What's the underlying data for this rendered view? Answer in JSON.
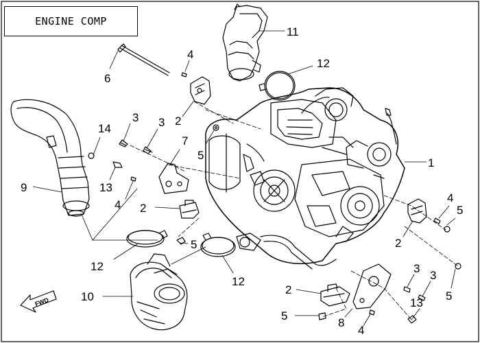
{
  "title": "ENGINE COMP",
  "fwd_arrow_label": "FWD",
  "callouts": {
    "c1": "1",
    "c2a": "2",
    "c2b": "2",
    "c2c": "2",
    "c2d": "2",
    "c3a": "3",
    "c3b": "3",
    "c3c": "3",
    "c3d": "3",
    "c4a": "4",
    "c4b": "4",
    "c4c": "4",
    "c4d": "4",
    "c5a": "5",
    "c5b": "5",
    "c5c": "5",
    "c5d": "5",
    "c5e": "5",
    "c6": "6",
    "c7": "7",
    "c8": "8",
    "c9": "9",
    "c10": "10",
    "c11": "11",
    "c12a": "12",
    "c12b": "12",
    "c12c": "12",
    "c13a": "13",
    "c13b": "13",
    "c14": "14"
  }
}
